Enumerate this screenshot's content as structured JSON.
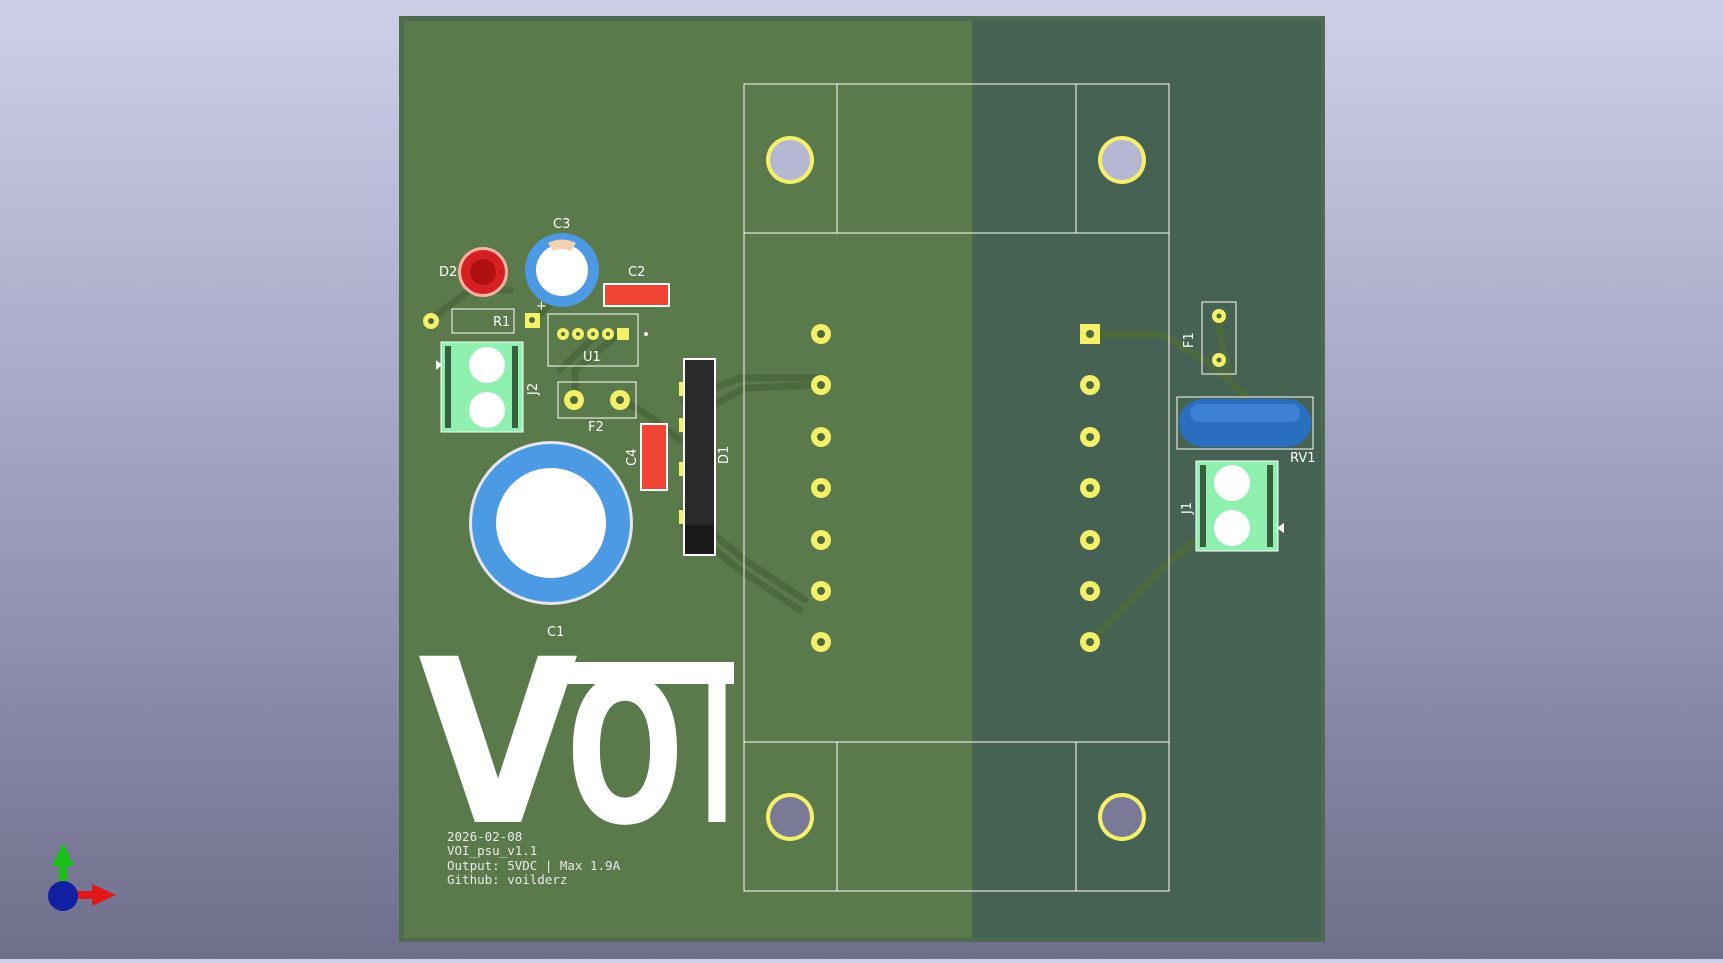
{
  "board": {
    "colors": {
      "background_top": "#cfcfe8",
      "background_bottom": "#6f6f8c",
      "board_edge": "#4e6a50",
      "board_left": "#5a7a4c",
      "board_right": "#466252",
      "trace": "#4c6a3e",
      "pad": "#f5f06a",
      "silkscreen": "#ffffff",
      "smd_red": "#f04535",
      "cap_blue": "#4d9ae4",
      "varistor_blue": "#2a6ec0",
      "terminal_green": "#8ff0b0",
      "diode_body": "#2a2a2a",
      "led_red": "#d42020"
    },
    "labels": {
      "d2": "D2",
      "c3": "C3",
      "c2": "C2",
      "r1": "R1",
      "u1": "U1",
      "j2": "J2",
      "f2": "F2",
      "c4": "C4",
      "d1": "D1",
      "c1": "C1",
      "f1": "F1",
      "rv1": "RV1",
      "j1": "J1",
      "plus": "+"
    },
    "logo": {
      "v": "V",
      "o": "O",
      "i": "I"
    },
    "info_text": {
      "date": "2026-02-08",
      "version": "VOI_psu_v1.1",
      "output": "Output: 5VDC | Max 1.9A",
      "github": "Github: voilderz"
    }
  },
  "axis_gizmo": {
    "x_color": "#e01818",
    "y_color": "#18c018",
    "z_color": "#1020a0"
  }
}
